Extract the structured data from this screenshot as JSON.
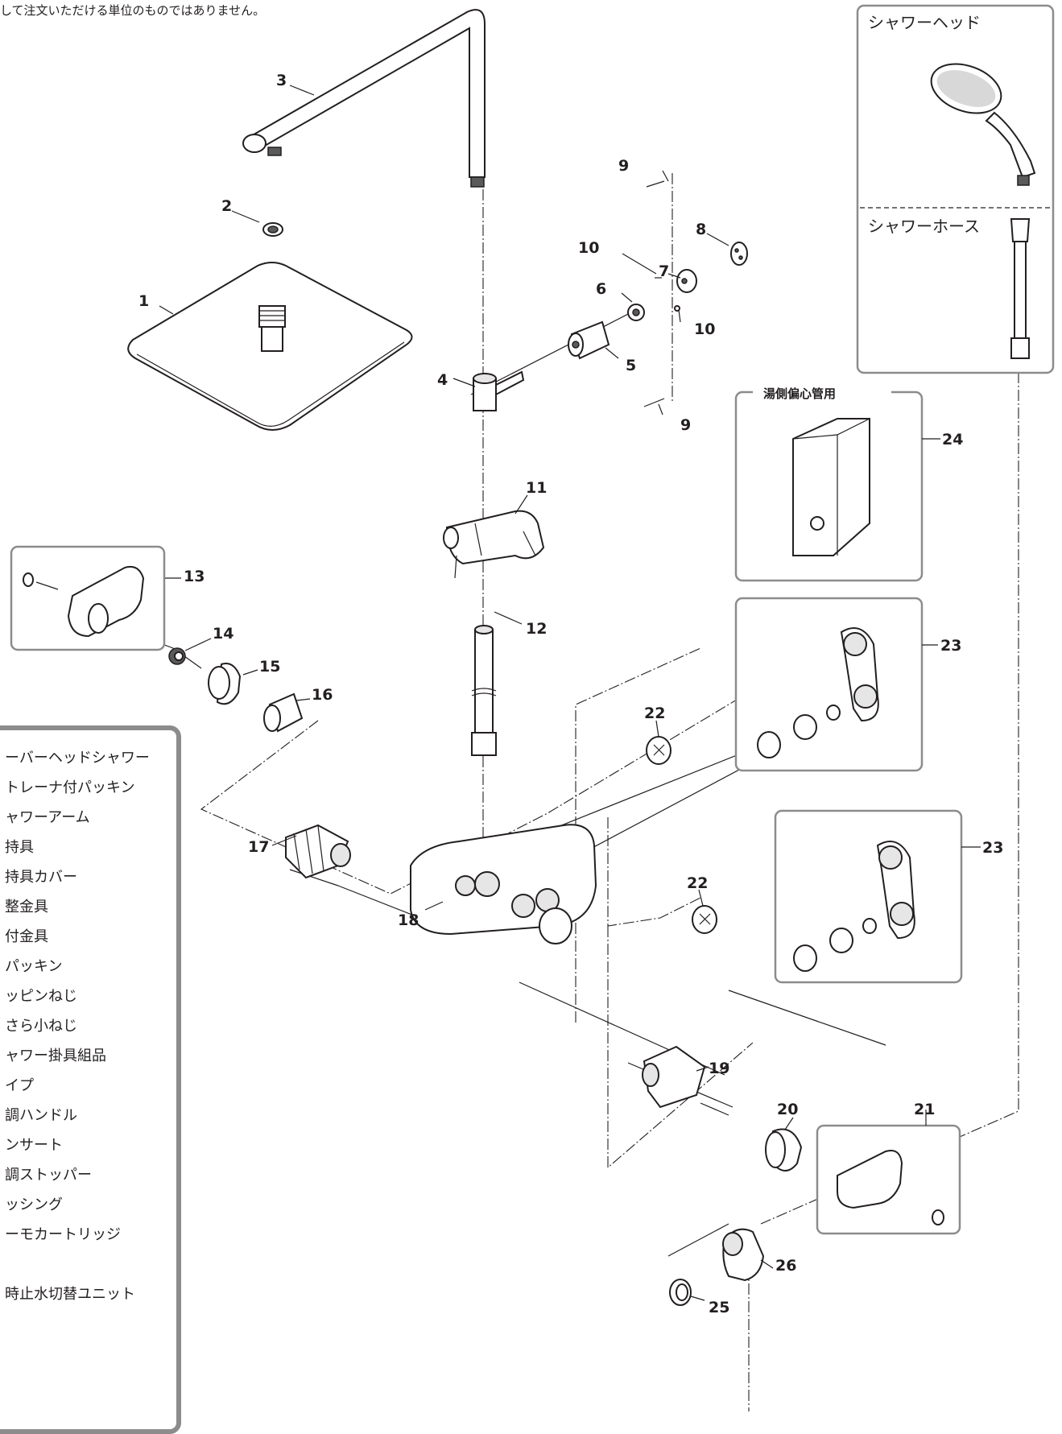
{
  "note": "して注文いただける単位のものではありません。",
  "boxes": {
    "shower_head": "シャワーヘッド",
    "shower_hose": "シャワーホース",
    "hot_side": "湯側偏心管用"
  },
  "parts_list": [
    "ーバーヘッドシャワー",
    "トレーナ付パッキン",
    "ャワーアーム",
    "持具",
    "持具カバー",
    "整金具",
    "付金具",
    "パッキン",
    "ッピンねじ",
    "さら小ねじ",
    "ャワー掛具組品",
    "イプ",
    "調ハンドル",
    "ンサート",
    "調ストッパー",
    "ッシング",
    "ーモカートリッジ",
    "",
    "時止水切替ユニット"
  ],
  "part_numbers": {
    "p1": "1",
    "p2": "2",
    "p3": "3",
    "p4": "4",
    "p5": "5",
    "p6": "6",
    "p7": "7",
    "p8": "8",
    "p9a": "9",
    "p9b": "9",
    "p10a": "10",
    "p10b": "10",
    "p11": "11",
    "p12": "12",
    "p13": "13",
    "p14": "14",
    "p15": "15",
    "p16": "16",
    "p17": "17",
    "p18": "18",
    "p19": "19",
    "p20": "20",
    "p21": "21",
    "p22a": "22",
    "p22b": "22",
    "p23a": "23",
    "p23b": "23",
    "p24": "24",
    "p25": "25",
    "p26": "26"
  }
}
